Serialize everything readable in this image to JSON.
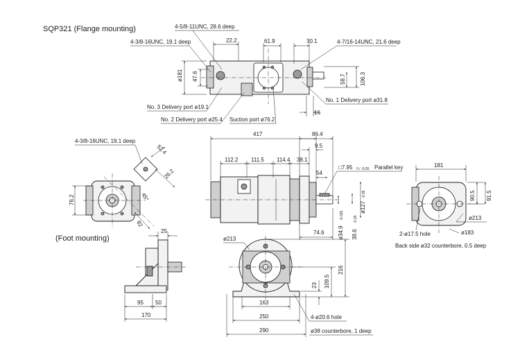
{
  "titles": {
    "flange": "SQP321 (Flange mounting)",
    "foot": "(Foot mounting)"
  },
  "flange": {
    "callouts": {
      "thread_5_8": "4-5/8-11UNC, 28.6 deep",
      "thread_3_8": "4-3/8-16UNC, 19.1 deep",
      "thread_7_16": "4-7/16-14UNC, 21.6 deep",
      "port3": "No. 3 Delivery port ø19.1",
      "port2": "No. 2 Delivery port ø25.4",
      "suction": "Suction port ø76.2",
      "port1": "No. 1 Delivery port ø31.8"
    },
    "dims": {
      "d22_2": "22.2",
      "d61_9": "61.9",
      "d30_1": "30.1",
      "d181": "ø181",
      "d47_6": "47.6",
      "d58_7": "58.7",
      "d106_3": "106.3",
      "d16": "16"
    }
  },
  "side": {
    "key_label": "□7.95",
    "key_tol": "0 / -0.05",
    "key_text": "Parallel key",
    "dims": {
      "d417": "417",
      "d86_4": "86.4",
      "d9_5": "9.5",
      "d112_2": "112.2",
      "d111_5": "111.5",
      "d114_4": "114.4",
      "d38_1": "38.1",
      "d54": "54",
      "d74_6": "74.6",
      "d34_9": "ø34.9",
      "d34_9_tol": "-0.025",
      "d38_6": "38.6",
      "d38_6_tol": "-0.25",
      "d127": "ø127",
      "d127_tol": "-0.05"
    }
  },
  "front": {
    "callout": "4-3/8-16UNC, 19.1 deep",
    "dims": {
      "d52_4": "52.4",
      "d26_2": "26.2",
      "d76_2": "76.2",
      "d45": "45°",
      "d82": "82"
    }
  },
  "rear": {
    "dims": {
      "d181": "181",
      "d90_5": "90.5",
      "d91_5": "91.5",
      "d213": "ø213",
      "d183": "ø183"
    },
    "callouts": {
      "hole": "2-ø17.5 hole",
      "counterbore": "Back side ø32 counterbore, 0.5 deep"
    }
  },
  "foot_side": {
    "dims": {
      "d25": "25",
      "d95": "95",
      "d50": "50",
      "d170": "170"
    }
  },
  "foot_front": {
    "dims": {
      "d213": "ø213",
      "d216": "216",
      "d109_5": "109.5",
      "d23": "23",
      "d163": "163",
      "d250": "250",
      "d290": "290"
    },
    "callouts": {
      "holes": "4-ø20.6 hole",
      "counterbore": "ø38 counterbore, 1 deep"
    }
  }
}
